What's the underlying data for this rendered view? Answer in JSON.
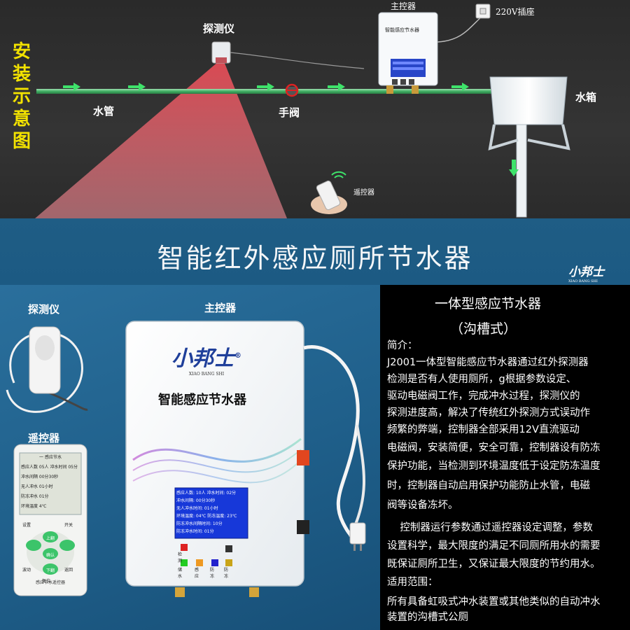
{
  "diagram": {
    "vertical_title": [
      "安",
      "装",
      "示",
      "意",
      "图"
    ],
    "detector_label": "探测仪",
    "controller_label": "主控器",
    "socket_label": "220V插座",
    "pipe_label": "水管",
    "valve_label": "手阀",
    "tank_label": "水箱",
    "remote_label": "遥控器",
    "controller_mini_title": "智能感应节水器"
  },
  "banner": {
    "title": "智能红外感应厕所节水器",
    "brand": "小邦士",
    "brand_sub": "XIAO BANG SHI"
  },
  "product": {
    "detector_label": "探测仪",
    "controller_label": "主控器",
    "remote_label": "遥控器",
    "brand": "小邦士",
    "brand_sub": "XIAO BANG SHI",
    "brand_mark": "®",
    "device_title": "智能感应节水器",
    "screen_lines": [
      "感应人数: 10人  冲水时间: 02分",
      "冲水间隔: 00分30秒",
      "无人冲水时间: 01小时",
      "环境温度: 04℃  防冻温度: 23℃",
      "防冻冲水间隔时间: 10分",
      "防冻冲水时间: 01分"
    ],
    "panel_buttons": [
      "检测",
      "储水",
      "感应",
      "防冻",
      "防冻"
    ],
    "remote_title": "一 感应节水",
    "remote_lines": [
      "感应人数 05人  冲水时间 05分",
      "冲水间隔 00分30秒",
      "无人冲水 01小时",
      "防冻冲水 01分",
      "环境温度 4℃"
    ],
    "remote_buttons": [
      "设置",
      "开关",
      "上翻",
      "确认",
      "下翻",
      "波动",
      "复位",
      "返回"
    ],
    "remote_footer": "感应节水遥控器"
  },
  "description": {
    "title": "一体型感应节水器",
    "subtitle": "（沟槽式）",
    "intro_heading": "简介：",
    "lines": [
      "J2001一体型智能感应节水器通过红外探测器",
      "检测是否有人使用厕所，g根据参数设定、",
      "驱动电磁阀工作，完成冲水过程，探测仪的",
      "探测进度高，解决了传统红外探测方式误动作",
      "频繁的弊端，控制器全部采用12V直流驱动",
      "电磁阀，安装简便，安全可靠，控制器设有防冻",
      "保护功能，当检测到环境温度低于设定防冻温度",
      "时，控制器自动启用保护功能防止水管，电磁",
      "阀等设备冻坏。",
      "    控制器运行参数通过遥控器设定调整，参数",
      "设置科学，最大限度的满足不同厕所用水的需要",
      "既保证厕所卫生，又保证最大限度的节约用水。",
      "适用范围：",
      "所有具备虹吸式冲水装置或其他类似的自动冲水",
      "装置的沟槽式公厕"
    ]
  }
}
